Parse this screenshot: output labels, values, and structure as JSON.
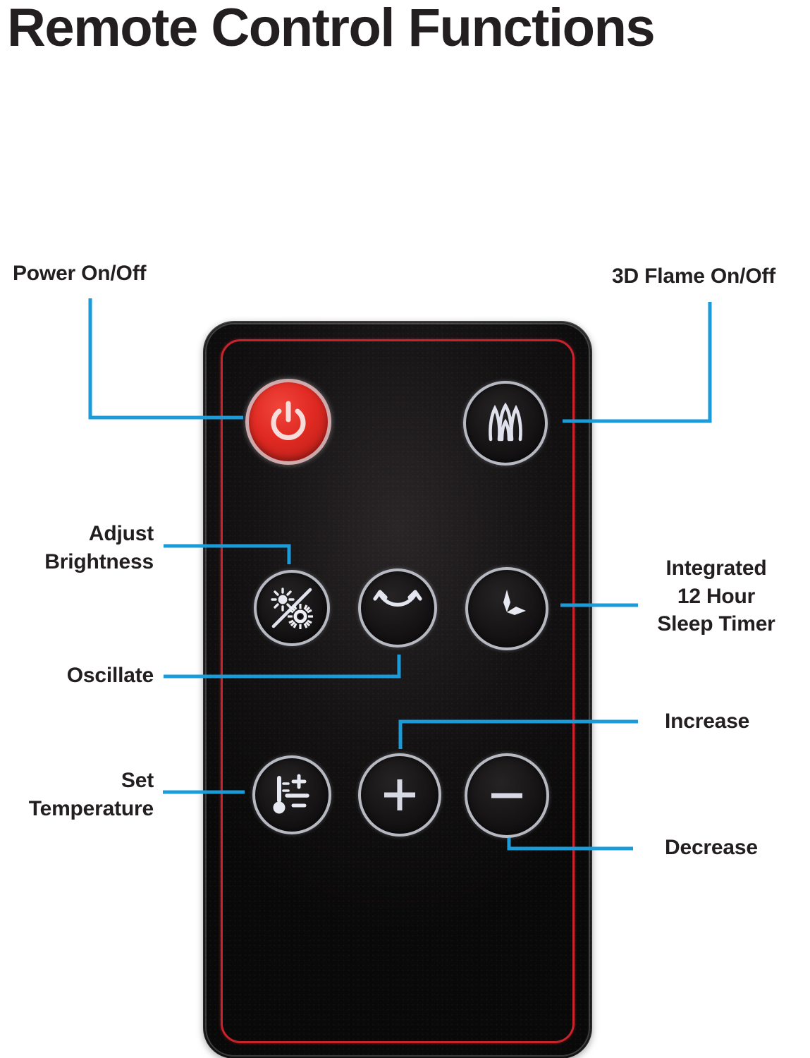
{
  "page": {
    "title": "Remote Control Functions",
    "background_color": "#ffffff",
    "text_color": "#231f20",
    "leader_line_color": "#1b9bd8"
  },
  "remote": {
    "body_color": "#141213",
    "accent_pinstripe_color": "#c9232c",
    "button_ring_color": "#cdd0da",
    "power_button_color": "#e02a22"
  },
  "labels": {
    "power": "Power On/Off",
    "flame": "3D Flame On/Off",
    "brightness": "Adjust\nBrightness",
    "oscillate": "Oscillate",
    "timer": "Integrated\n12 Hour\nSleep Timer",
    "increase": "Increase",
    "decrease": "Decrease",
    "set_temperature": "Set\nTemperature"
  },
  "buttons": [
    {
      "id": "power",
      "icon": "power-icon",
      "label": "Power On/Off",
      "row": 1,
      "col": 1
    },
    {
      "id": "flame",
      "icon": "flame-icon",
      "label": "3D Flame On/Off",
      "row": 1,
      "col": 3
    },
    {
      "id": "brightness",
      "icon": "brightness-icon",
      "label": "Adjust Brightness",
      "row": 2,
      "col": 1
    },
    {
      "id": "oscillate",
      "icon": "oscillate-icon",
      "label": "Oscillate",
      "row": 2,
      "col": 2
    },
    {
      "id": "timer",
      "icon": "clock-icon",
      "label": "Integrated 12 Hour Sleep Timer",
      "row": 2,
      "col": 3
    },
    {
      "id": "temperature",
      "icon": "thermometer-icon",
      "label": "Set Temperature",
      "row": 3,
      "col": 1
    },
    {
      "id": "increase",
      "icon": "plus-icon",
      "label": "Increase",
      "row": 3,
      "col": 2
    },
    {
      "id": "decrease",
      "icon": "minus-icon",
      "label": "Decrease",
      "row": 3,
      "col": 3
    }
  ]
}
